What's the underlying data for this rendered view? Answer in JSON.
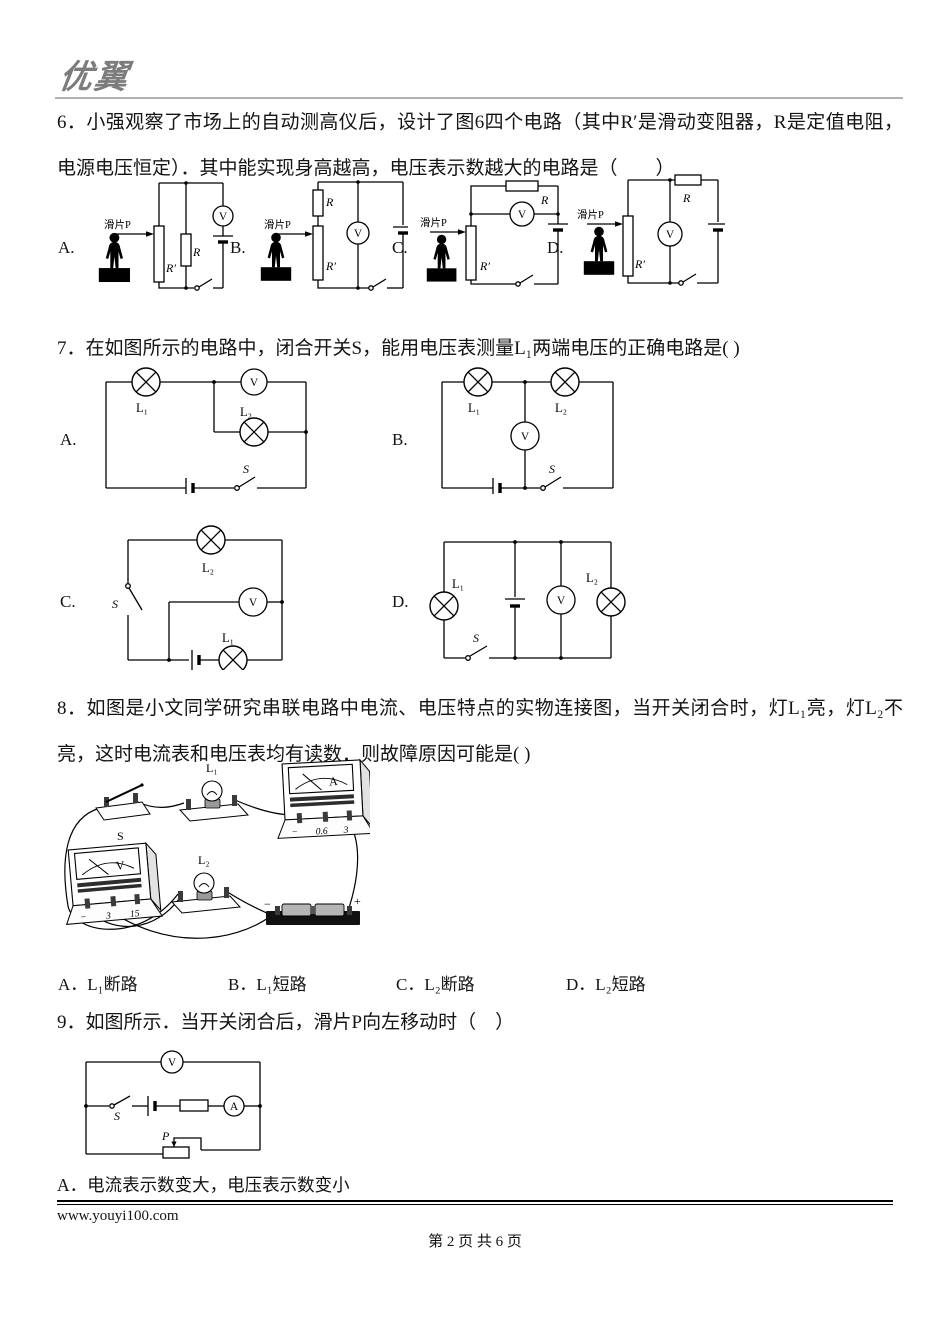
{
  "header": {
    "logo": "优翼"
  },
  "q6": {
    "text": "6．小强观察了市场上的自动测高仪后，设计了图6四个电路（其中R′是滑动变阻器，R是定值电阻，电源电压恒定）．其中能实现身高越高，电压表示数越大的电路是（　　）",
    "options": {
      "a": "A.",
      "b": "B.",
      "c": "C.",
      "d": "D."
    }
  },
  "q7": {
    "text": "7．在如图所示的电路中，闭合开关S，能用电压表测量L₁两端电压的正确电路是(  )",
    "options": {
      "a": "A.",
      "b": "B.",
      "c": "C.",
      "d": "D."
    }
  },
  "q8": {
    "text": "8．如图是小文同学研究串联电路中电流、电压特点的实物连接图，当开关闭合时，灯L₁亮，灯L₂不亮，这时电流表和电压表均有读数．则故障原因可能是(  )",
    "options": {
      "a": "A．L₁断路",
      "b": "B．L₁短路",
      "c": "C．L₂断路",
      "d": "D．L₂短路"
    }
  },
  "q9": {
    "text": "9．如图所示．当开关闭合后，滑片P向左移动时（　）",
    "option_a": "A．电流表示数变大，电压表示数变小"
  },
  "labels": {
    "v": "V",
    "a": "A",
    "s": "S",
    "r": "R",
    "r_prime": "R′",
    "l1": "L₁",
    "l2": "L₂",
    "p": "P",
    "slider_p": "滑片P",
    "minus": "−",
    "plus": "+",
    "ammeter_low": "0.6",
    "ammeter_high": "3",
    "voltmeter_low": "3",
    "voltmeter_high": "15"
  },
  "footer": {
    "site": "www.youyi100.com",
    "page": "第 2 页 共 6 页"
  }
}
